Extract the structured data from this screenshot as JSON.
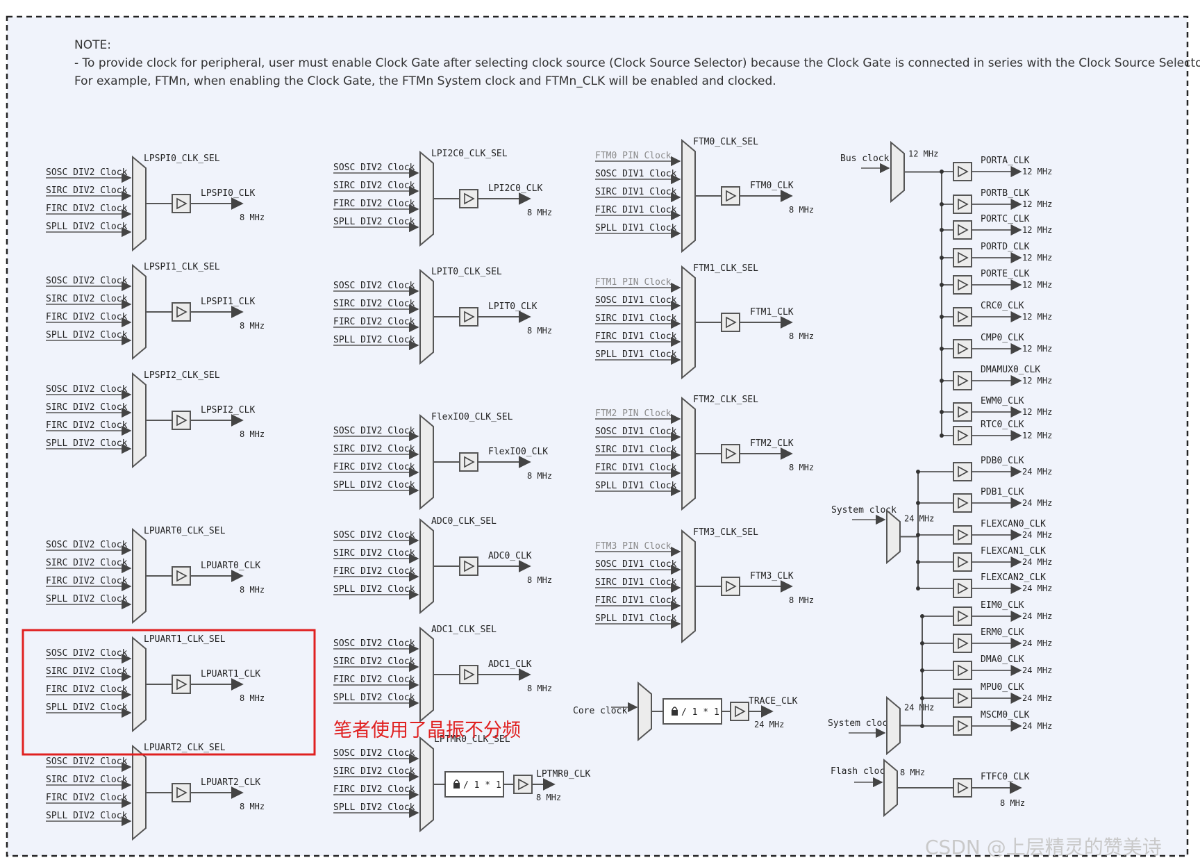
{
  "note": {
    "title": "NOTE:",
    "line1": "- To provide clock for peripheral, user must enable Clock Gate after selecting clock source (Clock Source Selector) because the Clock Gate is connected in series with the Clock Source Selector.",
    "line2": "For example, FTMn, when enabling the Clock Gate, the FTMn System clock and FTMn_CLK will be enabled and clocked."
  },
  "colors": {
    "background": "#f0f3fb",
    "border": "#222222",
    "highlight": "#e02020",
    "wire": "#555555"
  },
  "div2_inputs": [
    "SOSC DIV2 Clock",
    "SIRC DIV2 Clock",
    "FIRC DIV2 Clock",
    "SPLL DIV2 Clock"
  ],
  "div1_inputs": [
    "SOSC DIV1 Clock",
    "SIRC DIV1 Clock",
    "FIRC DIV1 Clock",
    "SPLL DIV1 Clock"
  ],
  "col1": [
    {
      "sel": "LPSPI0_CLK_SEL",
      "out": "LPSPI0_CLK",
      "freq": "8 MHz"
    },
    {
      "sel": "LPSPI1_CLK_SEL",
      "out": "LPSPI1_CLK",
      "freq": "8 MHz"
    },
    {
      "sel": "LPSPI2_CLK_SEL",
      "out": "LPSPI2_CLK",
      "freq": "8 MHz"
    },
    {
      "sel": "LPUART0_CLK_SEL",
      "out": "LPUART0_CLK",
      "freq": "8 MHz"
    },
    {
      "sel": "LPUART1_CLK_SEL",
      "out": "LPUART1_CLK",
      "freq": "8 MHz"
    },
    {
      "sel": "LPUART2_CLK_SEL",
      "out": "LPUART2_CLK",
      "freq": "8 MHz"
    }
  ],
  "col2": [
    {
      "sel": "LPI2C0_CLK_SEL",
      "out": "LPI2C0_CLK",
      "freq": "8 MHz"
    },
    {
      "sel": "LPIT0_CLK_SEL",
      "out": "LPIT0_CLK",
      "freq": "8 MHz"
    },
    {
      "sel": "FlexIO0_CLK_SEL",
      "out": "FlexIO0_CLK",
      "freq": "8 MHz"
    },
    {
      "sel": "ADC0_CLK_SEL",
      "out": "ADC0_CLK",
      "freq": "8 MHz"
    },
    {
      "sel": "ADC1_CLK_SEL",
      "out": "ADC1_CLK",
      "freq": "8 MHz"
    }
  ],
  "lptmr": {
    "sel": "LPTMR0_CLK_SEL",
    "out": "LPTMR0_CLK",
    "freq": "8 MHz",
    "div": "/ 1 * 1"
  },
  "col3": [
    {
      "pin": "FTM0 PIN Clock",
      "sel": "FTM0_CLK_SEL",
      "out": "FTM0_CLK",
      "freq": "8 MHz"
    },
    {
      "pin": "FTM1 PIN Clock",
      "sel": "FTM1_CLK_SEL",
      "out": "FTM1_CLK",
      "freq": "8 MHz"
    },
    {
      "pin": "FTM2 PIN Clock",
      "sel": "FTM2_CLK_SEL",
      "out": "FTM2_CLK",
      "freq": "8 MHz"
    },
    {
      "pin": "FTM3 PIN Clock",
      "sel": "FTM3_CLK_SEL",
      "out": "FTM3_CLK",
      "freq": "8 MHz"
    }
  ],
  "trace": {
    "in": "Core clock",
    "div": "/ 1 * 1",
    "out": "TRACE_CLK",
    "freq": "24 MHz"
  },
  "bus": {
    "in": "Bus clock",
    "freq": "12 MHz",
    "outs": [
      {
        "out": "PORTA_CLK",
        "freq": "12 MHz"
      },
      {
        "out": "PORTB_CLK",
        "freq": "12 MHz"
      },
      {
        "out": "PORTC_CLK",
        "freq": "12 MHz"
      },
      {
        "out": "PORTD_CLK",
        "freq": "12 MHz"
      },
      {
        "out": "PORTE_CLK",
        "freq": "12 MHz"
      },
      {
        "out": "CRC0_CLK",
        "freq": "12 MHz"
      },
      {
        "out": "CMP0_CLK",
        "freq": "12 MHz"
      },
      {
        "out": "DMAMUX0_CLK",
        "freq": "12 MHz"
      },
      {
        "out": "EWM0_CLK",
        "freq": "12 MHz"
      },
      {
        "out": "RTC0_CLK",
        "freq": "12 MHz"
      }
    ]
  },
  "sys1": {
    "in": "System clock",
    "freq": "24 MHz",
    "outs": [
      {
        "out": "PDB0_CLK",
        "freq": "24 MHz"
      },
      {
        "out": "PDB1_CLK",
        "freq": "24 MHz"
      },
      {
        "out": "FLEXCAN0_CLK",
        "freq": "24 MHz"
      },
      {
        "out": "FLEXCAN1_CLK",
        "freq": "24 MHz"
      },
      {
        "out": "FLEXCAN2_CLK",
        "freq": "24 MHz"
      }
    ]
  },
  "sys2": {
    "in": "System clock",
    "freq": "24 MHz",
    "outs": [
      {
        "out": "EIM0_CLK",
        "freq": "24 MHz"
      },
      {
        "out": "ERM0_CLK",
        "freq": "24 MHz"
      },
      {
        "out": "DMA0_CLK",
        "freq": "24 MHz"
      },
      {
        "out": "MPU0_CLK",
        "freq": "24 MHz"
      },
      {
        "out": "MSCM0_CLK",
        "freq": "24 MHz"
      }
    ]
  },
  "flash": {
    "in": "Flash clock",
    "freq": "8 MHz",
    "out": "FTFC0_CLK",
    "out_freq": "8 MHz"
  },
  "annotation": "笔者使用了晶振不分频",
  "watermark": "CSDN @上层精灵的赞美诗"
}
